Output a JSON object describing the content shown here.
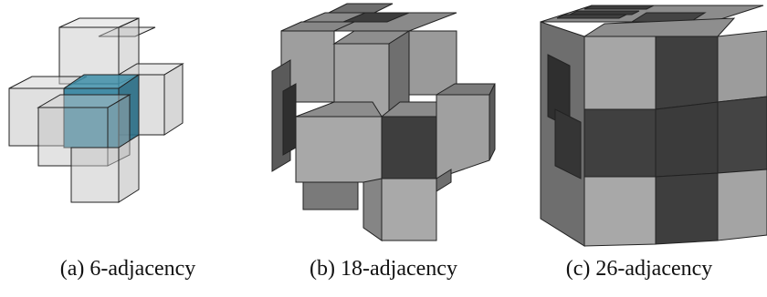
{
  "figure": {
    "panels": [
      {
        "id": "a",
        "caption": "(a) 6-adjacency",
        "neighbors": 6,
        "style": "transparent"
      },
      {
        "id": "b",
        "caption": "(b) 18-adjacency",
        "neighbors": 18,
        "style": "solid"
      },
      {
        "id": "c",
        "caption": "(c) 26-adjacency",
        "neighbors": 26,
        "style": "solid"
      }
    ],
    "colors": {
      "center_voxel": "#2f7f9c",
      "transparent_face": "#c8c8c8",
      "edge": "#222222",
      "face_top": "#8a8a8a",
      "face_front_light": "#a9a9a9",
      "face_front_dark": "#3f3f3f",
      "face_side": "#6e6e6e",
      "face_side_dark": "#2e2e2e"
    }
  }
}
